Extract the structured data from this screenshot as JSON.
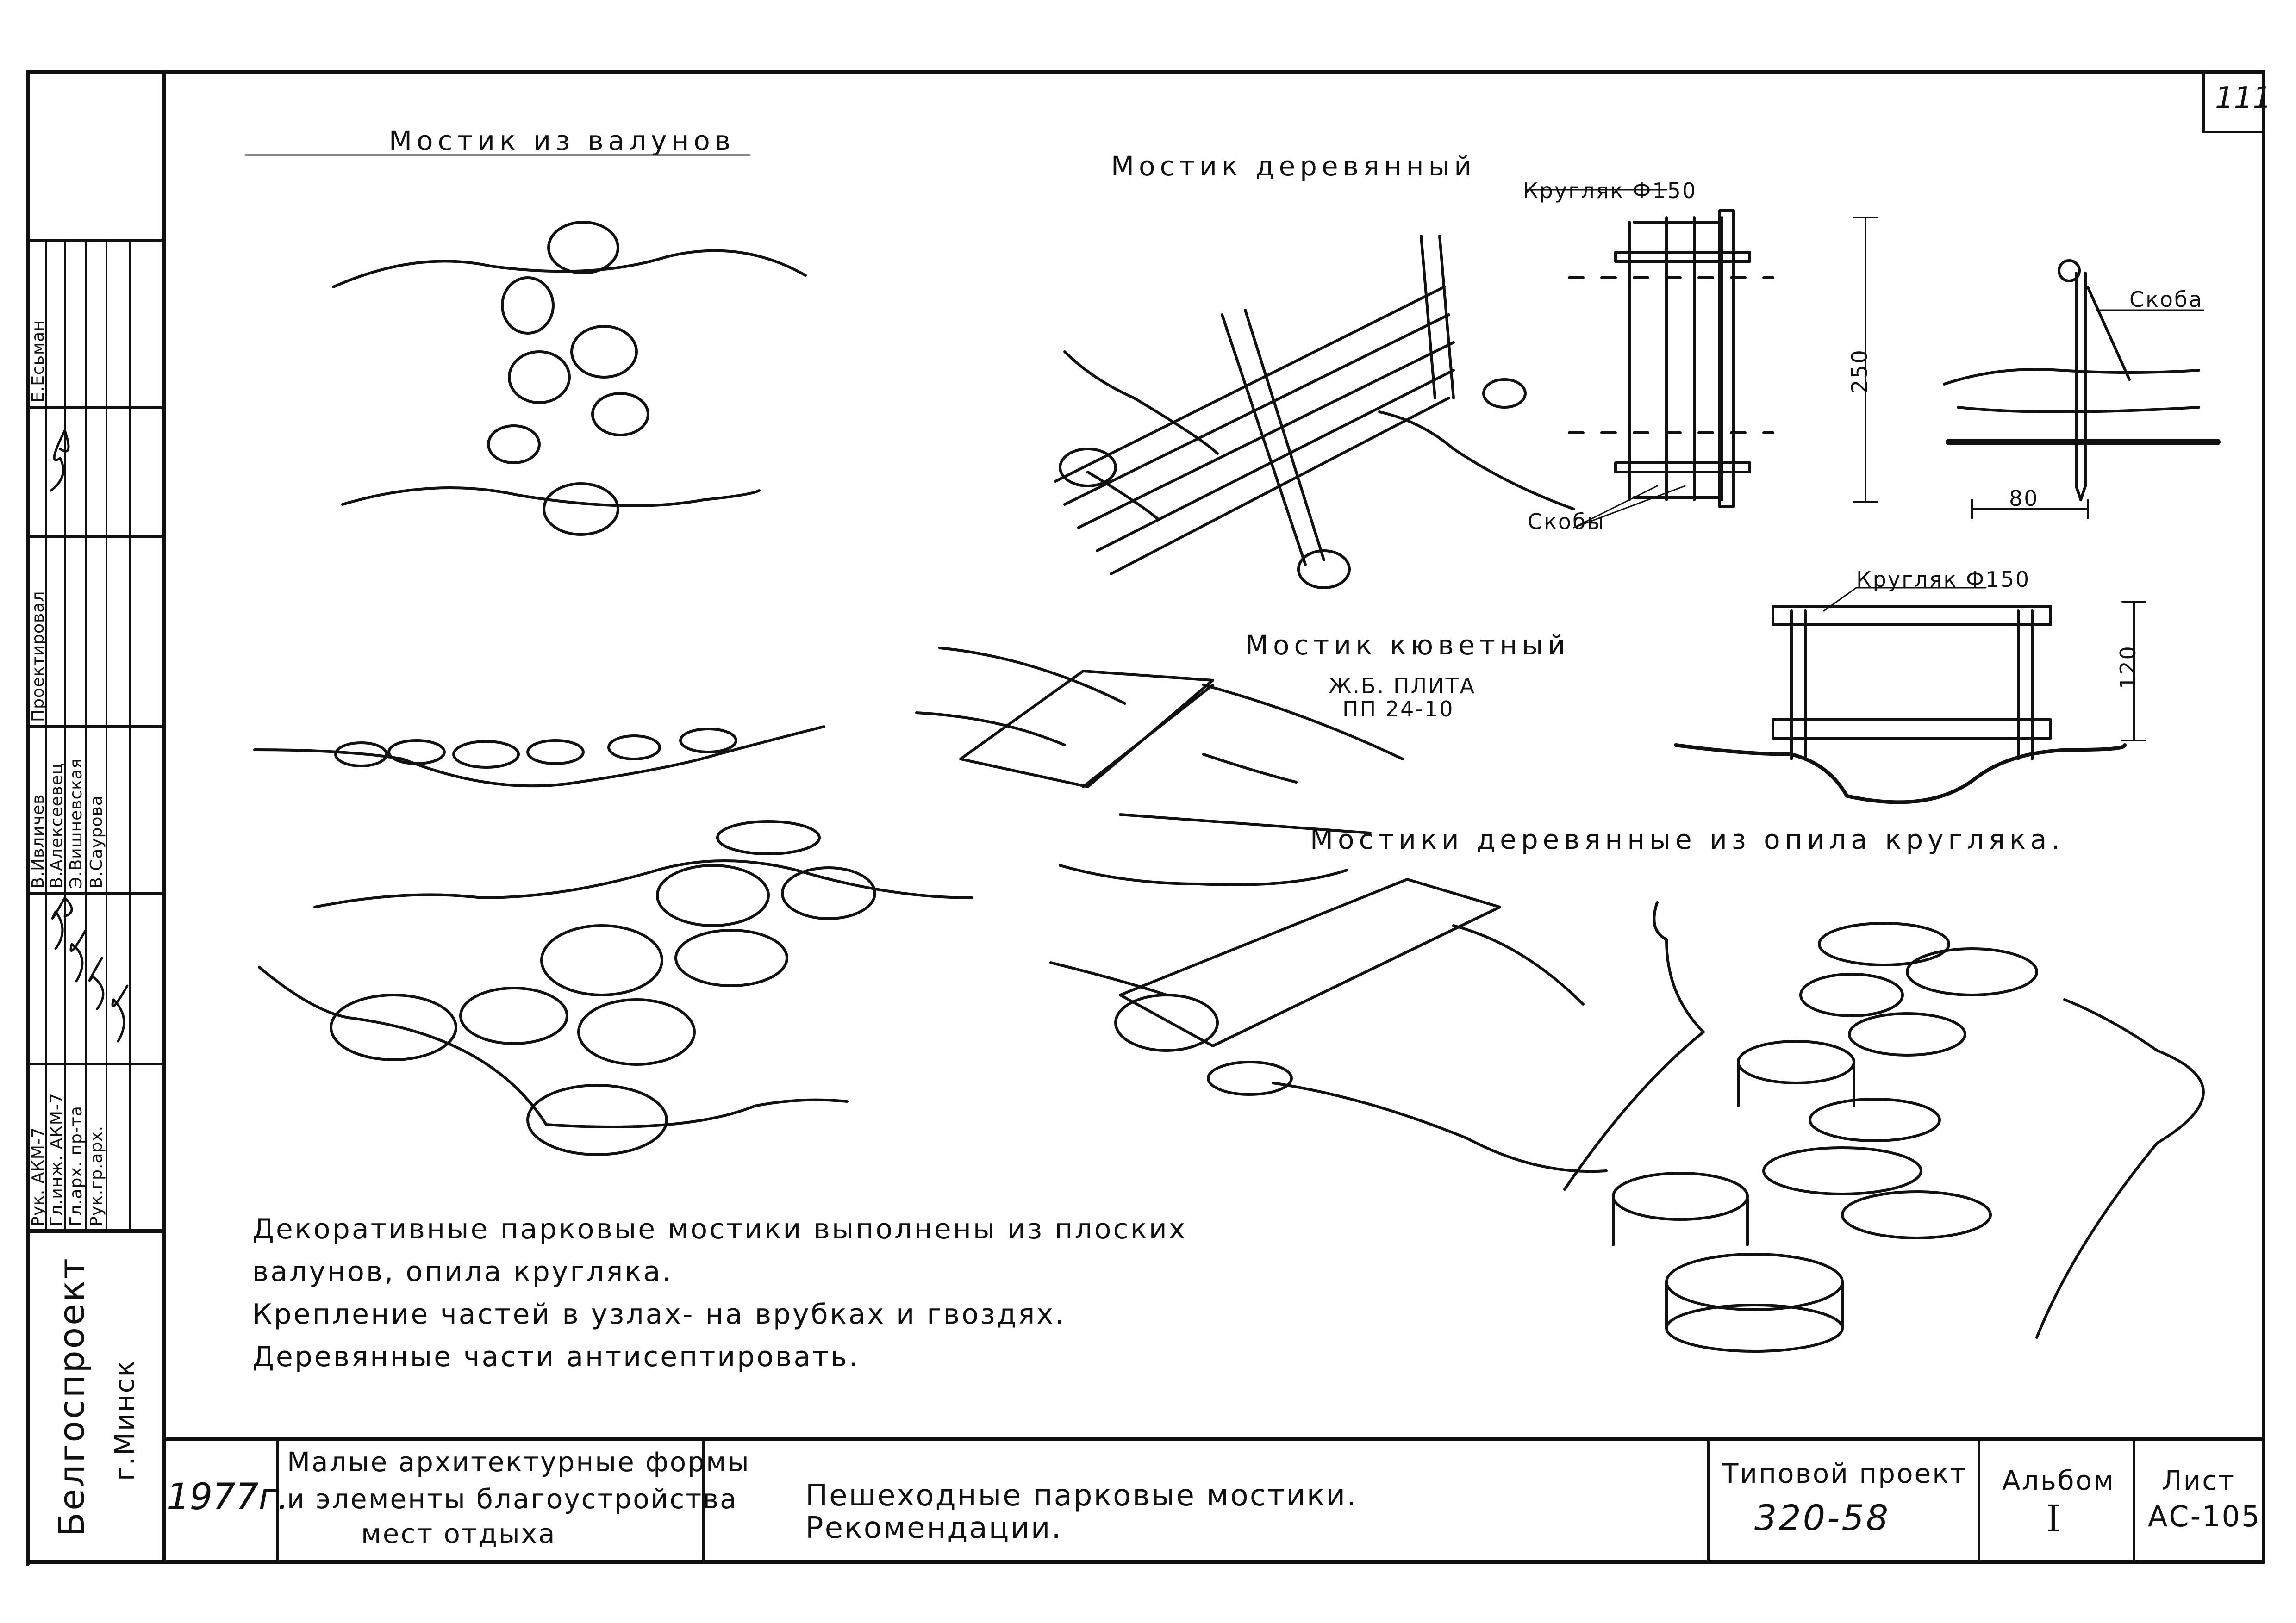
{
  "sheet_number": "111",
  "drawings": {
    "boulders_title": "Мостик из валунов",
    "wooden_title": "Мостик деревянный",
    "ditch_title": "Мостик кюветный",
    "ditch_slab_line1": "Ж.Б. ПЛИТА",
    "ditch_slab_line2": "ПП 24-10",
    "saw_cut_title": "Мостики деревянные из опила кругляка.",
    "detail_round_log_1": "Кругляк Ф150",
    "detail_round_log_2": "Кругляк Ф150",
    "detail_scoba": "Скоба",
    "detail_scoby": "Скобы",
    "dim_250": "250",
    "dim_80": "80",
    "dim_120": "120"
  },
  "notes": [
    "Декоративные парковые мостики выполнены из плоских",
    "валунов, опила кругляка.",
    "Крепление частей в узлах- на врубках и гвоздях.",
    "Деревянные части антисептировать."
  ],
  "left_stamp": {
    "org": "Белгоспроект",
    "city": "г.Минск",
    "roles": [
      "Рук. АКМ-7",
      "Гл.инж. АКМ-7",
      "Гл.арх. пр-та",
      "Рук.гр.арх."
    ],
    "names": [
      "В.Ивличев",
      "В.Алексеевец",
      "Э.Вишневская",
      "В.Саурова"
    ],
    "designed_label": "Проектировал",
    "designed_name": "Е.Есьман"
  },
  "title_block": {
    "year": "1977г.",
    "subject_line1": "Малые архитектурные формы",
    "subject_line2": "и элементы благоустройства",
    "subject_line3": "мест отдыха",
    "sheet_title_line1": "Пешеходные парковые мостики.",
    "sheet_title_line2": "Рекомендации.",
    "project_label": "Типовой проект",
    "project_number": "320-58",
    "album_label": "Альбом",
    "album_value": "I",
    "sheet_label": "Лист",
    "sheet_value": "АС-105"
  }
}
